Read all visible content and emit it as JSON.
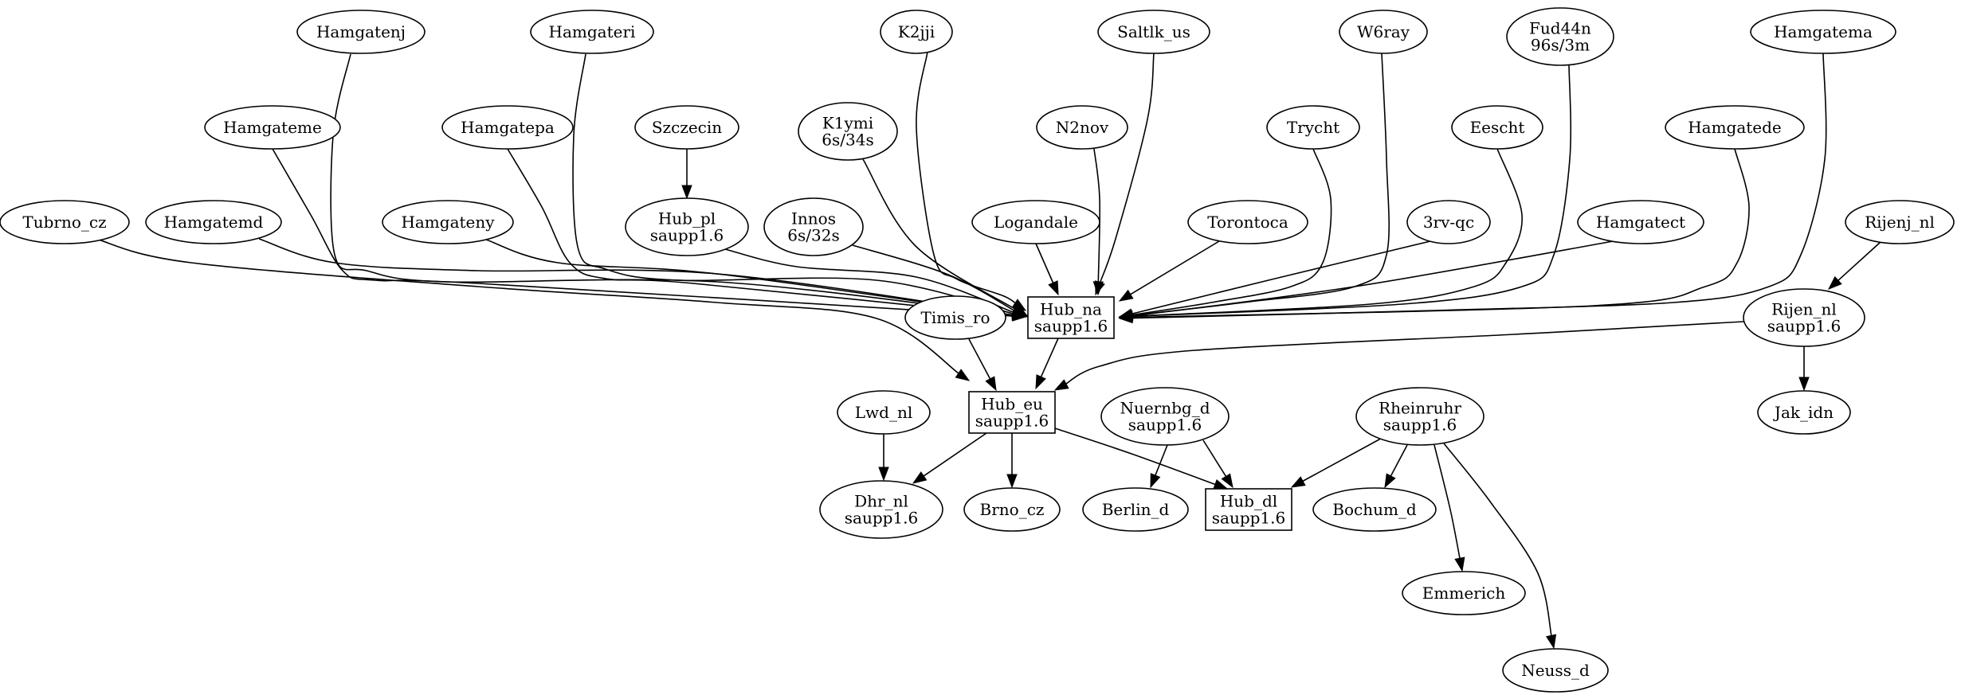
{
  "diagram": {
    "nodes": [
      {
        "id": "Hamgatenj",
        "lines": [
          "Hamgatenj"
        ],
        "shape": "ellipse"
      },
      {
        "id": "Hamgateri",
        "lines": [
          "Hamgateri"
        ],
        "shape": "ellipse"
      },
      {
        "id": "K2jji",
        "lines": [
          "K2jji"
        ],
        "shape": "ellipse"
      },
      {
        "id": "Saltlk_us",
        "lines": [
          "Saltlk_us"
        ],
        "shape": "ellipse"
      },
      {
        "id": "W6ray",
        "lines": [
          "W6ray"
        ],
        "shape": "ellipse"
      },
      {
        "id": "Fud44n",
        "lines": [
          "Fud44n",
          "96s/3m"
        ],
        "shape": "ellipse"
      },
      {
        "id": "Hamgatema",
        "lines": [
          "Hamgatema"
        ],
        "shape": "ellipse"
      },
      {
        "id": "Hamgateme",
        "lines": [
          "Hamgateme"
        ],
        "shape": "ellipse"
      },
      {
        "id": "Hamgatepa",
        "lines": [
          "Hamgatepa"
        ],
        "shape": "ellipse"
      },
      {
        "id": "Szczecin",
        "lines": [
          "Szczecin"
        ],
        "shape": "ellipse"
      },
      {
        "id": "K1ymi",
        "lines": [
          "K1ymi",
          "6s/34s"
        ],
        "shape": "ellipse"
      },
      {
        "id": "N2nov",
        "lines": [
          "N2nov"
        ],
        "shape": "ellipse"
      },
      {
        "id": "Trycht",
        "lines": [
          "Trycht"
        ],
        "shape": "ellipse"
      },
      {
        "id": "Eescht",
        "lines": [
          "Eescht"
        ],
        "shape": "ellipse"
      },
      {
        "id": "Hamgatede",
        "lines": [
          "Hamgatede"
        ],
        "shape": "ellipse"
      },
      {
        "id": "Tubrno_cz",
        "lines": [
          "Tubrno_cz"
        ],
        "shape": "ellipse"
      },
      {
        "id": "Hamgatemd",
        "lines": [
          "Hamgatemd"
        ],
        "shape": "ellipse"
      },
      {
        "id": "Hamgateny",
        "lines": [
          "Hamgateny"
        ],
        "shape": "ellipse"
      },
      {
        "id": "Hub_pl",
        "lines": [
          "Hub_pl",
          "saupp1.6"
        ],
        "shape": "ellipse"
      },
      {
        "id": "Innos",
        "lines": [
          "Innos",
          "6s/32s"
        ],
        "shape": "ellipse"
      },
      {
        "id": "Logandale",
        "lines": [
          "Logandale"
        ],
        "shape": "ellipse"
      },
      {
        "id": "Torontoca",
        "lines": [
          "Torontoca"
        ],
        "shape": "ellipse"
      },
      {
        "id": "3rv-qc",
        "lines": [
          "3rv-qc"
        ],
        "shape": "ellipse"
      },
      {
        "id": "Hamgatect",
        "lines": [
          "Hamgatect"
        ],
        "shape": "ellipse"
      },
      {
        "id": "Rijenj_nl",
        "lines": [
          "Rijenj_nl"
        ],
        "shape": "ellipse"
      },
      {
        "id": "Hub_na",
        "lines": [
          "Hub_na",
          "saupp1.6"
        ],
        "shape": "box"
      },
      {
        "id": "Timis_ro",
        "lines": [
          "Timis_ro"
        ],
        "shape": "ellipse"
      },
      {
        "id": "Rijen_nl",
        "lines": [
          "Rijen_nl",
          "saupp1.6"
        ],
        "shape": "ellipse"
      },
      {
        "id": "Hub_eu",
        "lines": [
          "Hub_eu",
          "saupp1.6"
        ],
        "shape": "box"
      },
      {
        "id": "Lwd_nl",
        "lines": [
          "Lwd_nl"
        ],
        "shape": "ellipse"
      },
      {
        "id": "Nuernbg_d",
        "lines": [
          "Nuernbg_d",
          "saupp1.6"
        ],
        "shape": "ellipse"
      },
      {
        "id": "Rheinruhr",
        "lines": [
          "Rheinruhr",
          "saupp1.6"
        ],
        "shape": "ellipse"
      },
      {
        "id": "Jak_idn",
        "lines": [
          "Jak_idn"
        ],
        "shape": "ellipse"
      },
      {
        "id": "Dhr_nl",
        "lines": [
          "Dhr_nl",
          "saupp1.6"
        ],
        "shape": "ellipse"
      },
      {
        "id": "Brno_cz",
        "lines": [
          "Brno_cz"
        ],
        "shape": "ellipse"
      },
      {
        "id": "Berlin_d",
        "lines": [
          "Berlin_d"
        ],
        "shape": "ellipse"
      },
      {
        "id": "Hub_dl",
        "lines": [
          "Hub_dl",
          "saupp1.6"
        ],
        "shape": "box"
      },
      {
        "id": "Bochum_d",
        "lines": [
          "Bochum_d"
        ],
        "shape": "ellipse"
      },
      {
        "id": "Emmerich",
        "lines": [
          "Emmerich"
        ],
        "shape": "ellipse"
      },
      {
        "id": "Neuss_d",
        "lines": [
          "Neuss_d"
        ],
        "shape": "ellipse"
      }
    ],
    "edges": [
      {
        "from": "Hamgatenj",
        "to": "Hub_na"
      },
      {
        "from": "Hamgateri",
        "to": "Hub_na"
      },
      {
        "from": "K2jji",
        "to": "Hub_na"
      },
      {
        "from": "Saltlk_us",
        "to": "Hub_na"
      },
      {
        "from": "W6ray",
        "to": "Hub_na"
      },
      {
        "from": "Fud44n",
        "to": "Hub_na"
      },
      {
        "from": "Hamgatema",
        "to": "Hub_na"
      },
      {
        "from": "Hamgateme",
        "to": "Hub_na"
      },
      {
        "from": "Hamgatepa",
        "to": "Hub_na"
      },
      {
        "from": "Szczecin",
        "to": "Hub_pl"
      },
      {
        "from": "K1ymi",
        "to": "Hub_na"
      },
      {
        "from": "N2nov",
        "to": "Hub_na"
      },
      {
        "from": "Trycht",
        "to": "Hub_na"
      },
      {
        "from": "Eescht",
        "to": "Hub_na"
      },
      {
        "from": "Hamgatede",
        "to": "Hub_na"
      },
      {
        "from": "Tubrno_cz",
        "to": "Hub_eu"
      },
      {
        "from": "Hamgatemd",
        "to": "Hub_na"
      },
      {
        "from": "Hamgateny",
        "to": "Hub_na"
      },
      {
        "from": "Hub_pl",
        "to": "Hub_na"
      },
      {
        "from": "Innos",
        "to": "Hub_na"
      },
      {
        "from": "Logandale",
        "to": "Hub_na"
      },
      {
        "from": "Torontoca",
        "to": "Hub_na"
      },
      {
        "from": "3rv-qc",
        "to": "Hub_na"
      },
      {
        "from": "Hamgatect",
        "to": "Hub_na"
      },
      {
        "from": "Rijenj_nl",
        "to": "Rijen_nl"
      },
      {
        "from": "Hub_na",
        "to": "Hub_eu"
      },
      {
        "from": "Timis_ro",
        "to": "Hub_eu"
      },
      {
        "from": "Rijen_nl",
        "to": "Hub_eu"
      },
      {
        "from": "Rijen_nl",
        "to": "Jak_idn"
      },
      {
        "from": "Lwd_nl",
        "to": "Dhr_nl"
      },
      {
        "from": "Hub_eu",
        "to": "Dhr_nl"
      },
      {
        "from": "Hub_eu",
        "to": "Brno_cz"
      },
      {
        "from": "Hub_eu",
        "to": "Hub_dl"
      },
      {
        "from": "Nuernbg_d",
        "to": "Berlin_d"
      },
      {
        "from": "Nuernbg_d",
        "to": "Hub_dl"
      },
      {
        "from": "Rheinruhr",
        "to": "Hub_dl"
      },
      {
        "from": "Rheinruhr",
        "to": "Bochum_d"
      },
      {
        "from": "Rheinruhr",
        "to": "Emmerich"
      },
      {
        "from": "Rheinruhr",
        "to": "Neuss_d"
      }
    ]
  }
}
